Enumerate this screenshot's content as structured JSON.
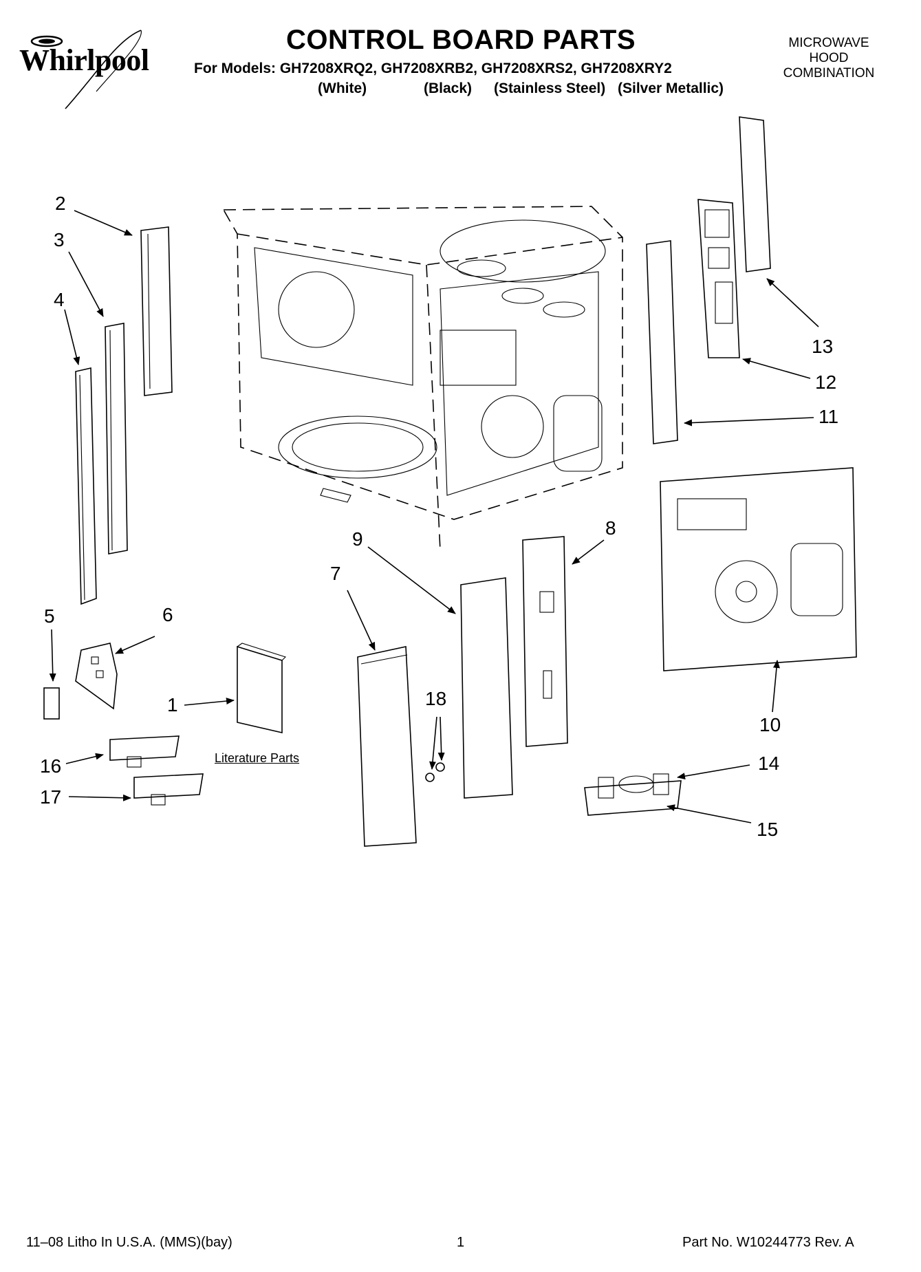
{
  "header": {
    "brand": "Whirlpool",
    "title": "CONTROL BOARD PARTS",
    "models_line": "For Models: GH7208XRQ2, GH7208XRB2, GH7208XRS2, GH7208XRY2",
    "finishes": [
      "(White)",
      "(Black)",
      "(Stainless Steel)",
      "(Silver Metallic)"
    ],
    "product_type": [
      "MICROWAVE",
      "HOOD",
      "COMBINATION"
    ]
  },
  "callouts": [
    "1",
    "2",
    "3",
    "4",
    "5",
    "6",
    "7",
    "8",
    "9",
    "10",
    "11",
    "12",
    "13",
    "14",
    "15",
    "16",
    "17",
    "18"
  ],
  "literature_label": "Literature Parts",
  "footer": {
    "left": "11–08 Litho In U.S.A. (MMS)(bay)",
    "center": "1",
    "right": "Part No. W10244773 Rev. A"
  }
}
